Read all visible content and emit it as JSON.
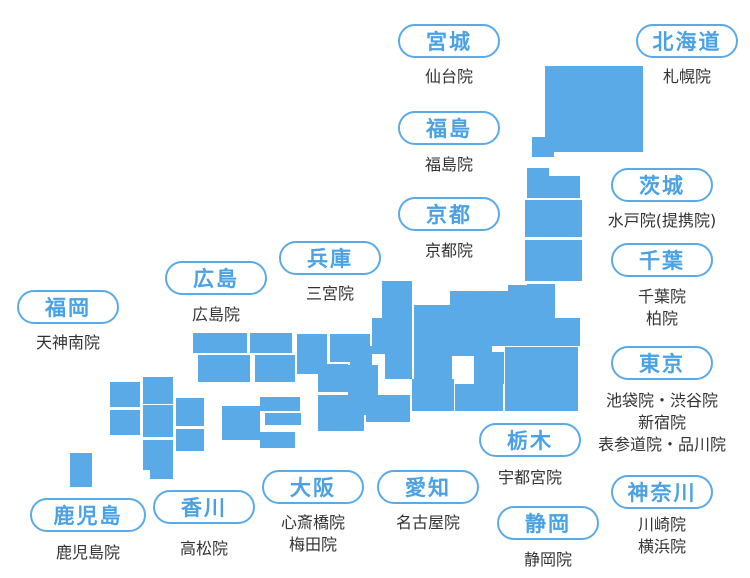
{
  "regions": [
    {
      "id": "hokkaido",
      "label": "北海道",
      "clinics": [
        "札幌院"
      ]
    },
    {
      "id": "miyagi",
      "label": "宮城",
      "clinics": [
        "仙台院"
      ]
    },
    {
      "id": "fukushima",
      "label": "福島",
      "clinics": [
        "福島院"
      ]
    },
    {
      "id": "ibaraki",
      "label": "茨城",
      "clinics": [
        "水戸院(提携院)"
      ]
    },
    {
      "id": "kyoto",
      "label": "京都",
      "clinics": [
        "京都院"
      ]
    },
    {
      "id": "chiba",
      "label": "千葉",
      "clinics": [
        "千葉院",
        "柏院"
      ]
    },
    {
      "id": "hyogo",
      "label": "兵庫",
      "clinics": [
        "三宮院"
      ]
    },
    {
      "id": "hiroshima",
      "label": "広島",
      "clinics": [
        "広島院"
      ]
    },
    {
      "id": "fukuoka",
      "label": "福岡",
      "clinics": [
        "天神南院"
      ]
    },
    {
      "id": "tokyo",
      "label": "東京",
      "clinics": [
        "池袋院・渋谷院",
        "新宿院",
        "表参道院・品川院"
      ]
    },
    {
      "id": "tochigi",
      "label": "栃木",
      "clinics": [
        "宇都宮院"
      ]
    },
    {
      "id": "kagoshima",
      "label": "鹿児島",
      "clinics": [
        "鹿児島院"
      ]
    },
    {
      "id": "kagawa",
      "label": "香川",
      "clinics": [
        "高松院"
      ]
    },
    {
      "id": "osaka",
      "label": "大阪",
      "clinics": [
        "心斎橋院",
        "梅田院"
      ]
    },
    {
      "id": "aichi",
      "label": "愛知",
      "clinics": [
        "名古屋院"
      ]
    },
    {
      "id": "shizuoka",
      "label": "静岡",
      "clinics": [
        "静岡院"
      ]
    },
    {
      "id": "kanagawa",
      "label": "神奈川",
      "clinics": [
        "川崎院",
        "横浜院"
      ]
    }
  ],
  "colors": {
    "map": "#5baae8",
    "label": "#4aa1e4",
    "text": "#333333"
  }
}
